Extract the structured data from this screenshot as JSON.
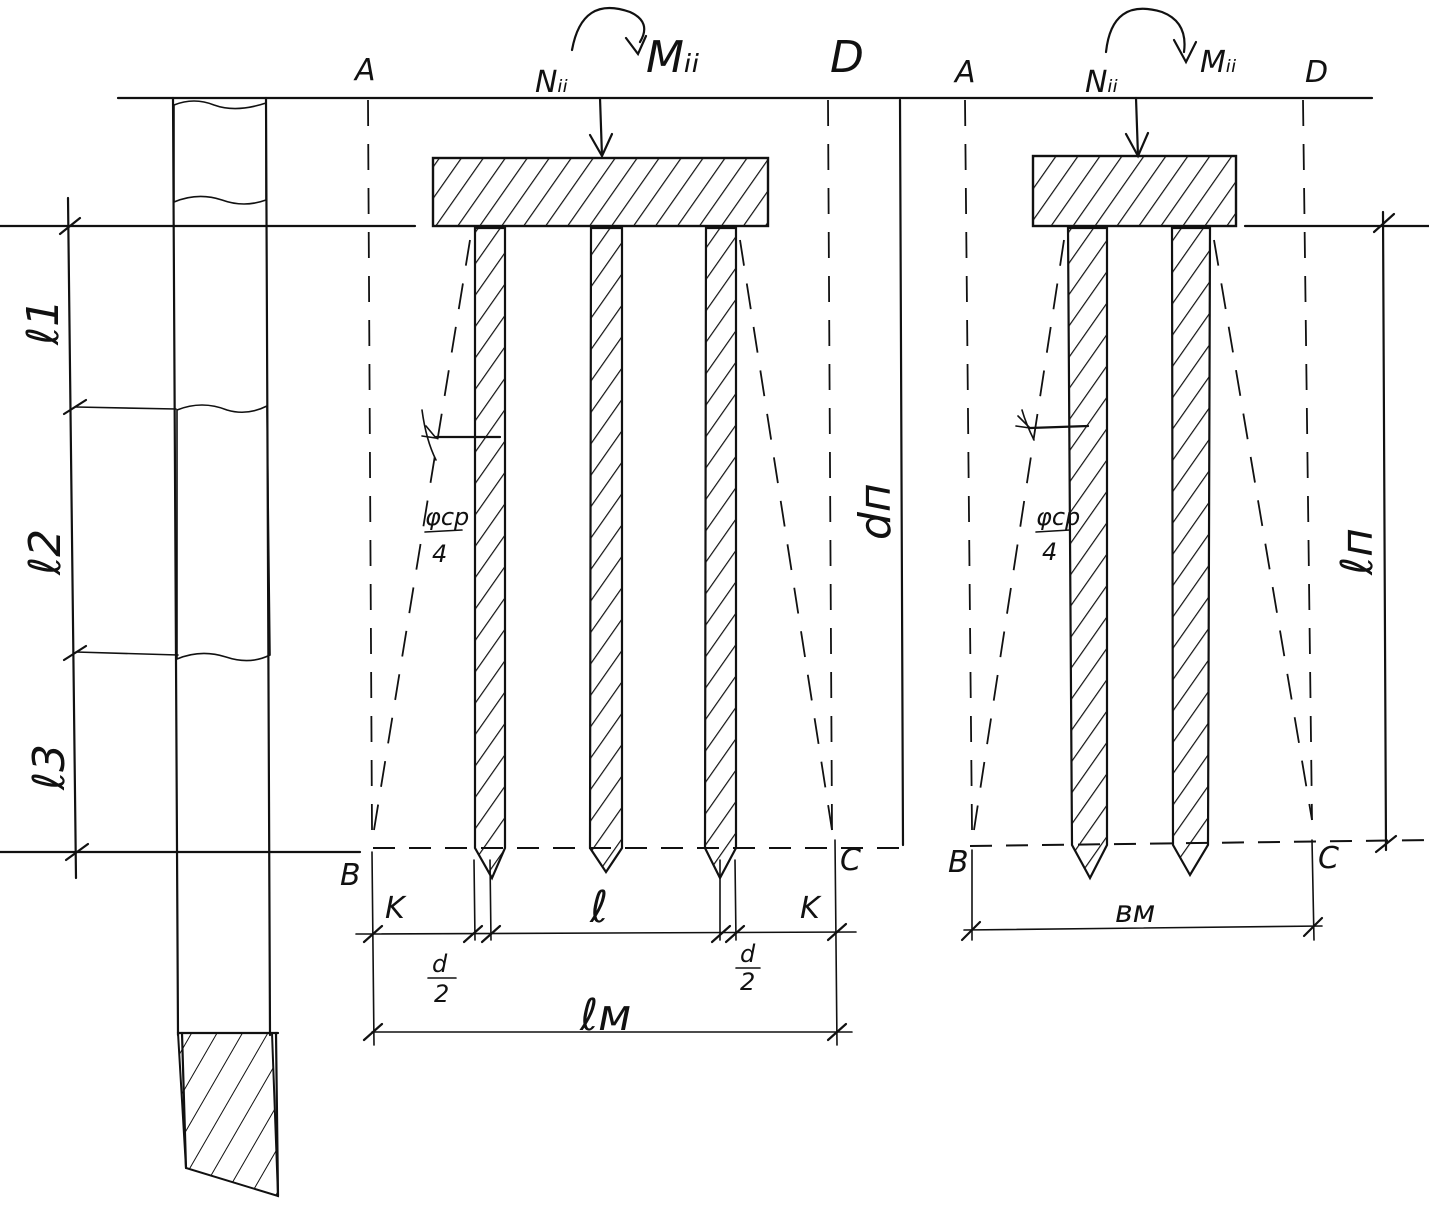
{
  "diagram": {
    "left_section": {
      "point_A": "A",
      "point_B": "B",
      "point_C": "C",
      "point_D": "D",
      "force_N": "Nᵢᵢ",
      "moment_M": "Mᵢᵢ",
      "cone_angle_label": "φcp",
      "cone_angle_den": "4",
      "depth_label": "dп",
      "K_left": "K",
      "K_right": "K",
      "spacing_l": "ℓ",
      "half_d_left": "d",
      "half_d_left_den": "2",
      "half_d_right": "d",
      "half_d_right_den": "2",
      "width_lm": "ℓм"
    },
    "right_section": {
      "point_A": "A",
      "point_B": "B",
      "point_C": "C",
      "point_D": "D",
      "force_N": "Nᵢᵢ",
      "moment_M": "Mᵢᵢ",
      "cone_angle_label": "φcp",
      "cone_angle_den": "4",
      "length_label": "ℓп",
      "width_bm": "вм"
    },
    "soil_layers": {
      "l1": "ℓ1",
      "l2": "ℓ2",
      "l3": "ℓ3"
    }
  }
}
